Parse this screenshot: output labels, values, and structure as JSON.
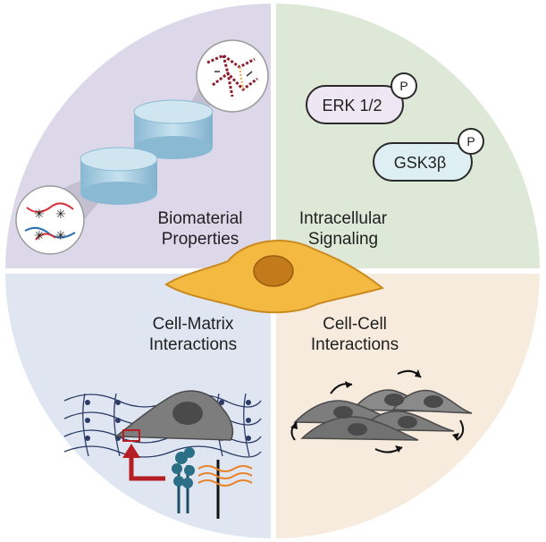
{
  "quadrants": {
    "top_left": {
      "line1": "Biomaterial",
      "line2": "Properties",
      "color": "#dcd8ea"
    },
    "top_right": {
      "line1": "Intracellular",
      "line2": "Signaling",
      "color": "#dde8d6"
    },
    "bottom_left": {
      "line1": "Cell-Matrix",
      "line2": "Interactions",
      "color": "#dfe6f1"
    },
    "bottom_right": {
      "line1": "Cell-Cell",
      "line2": "Interactions",
      "color": "#f7ebde"
    }
  },
  "signaling": {
    "erk": {
      "label": "ERK 1/2",
      "badge": "P",
      "fill": "#efe6f3"
    },
    "gsk": {
      "label": "GSK3β",
      "badge": "P",
      "fill": "#ddeff2"
    }
  },
  "colors": {
    "cell_body": "#f3b941",
    "cell_nucleus": "#c27a1a",
    "gray_cell": "#7d7d7d",
    "gray_nucleus": "#4a4a4a",
    "hydrogel": "#a9cfe3",
    "arrow_red": "#b51f24",
    "integrin": "#2b6f86",
    "fiber_orange": "#e8822a"
  }
}
